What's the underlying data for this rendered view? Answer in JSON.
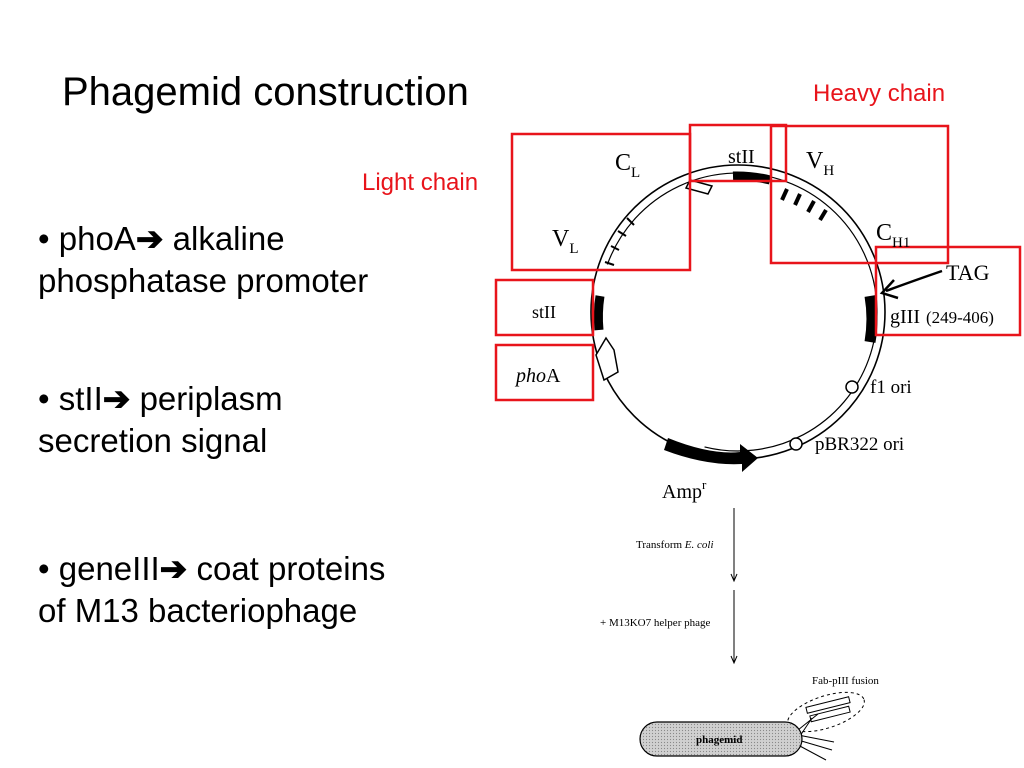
{
  "slide": {
    "title": "Phagemid construction",
    "bullets": [
      {
        "term": "phoA",
        "arrow": "➔",
        "line1": " alkaline",
        "line2": "phosphatase promoter"
      },
      {
        "term": "stII",
        "arrow": "➔",
        "line1": " periplasm",
        "line2": "secretion signal"
      },
      {
        "term": "geneIII",
        "arrow": "➔",
        "line1": " coat proteins",
        "line2": "of M13 bacteriophage"
      }
    ],
    "annotations": {
      "heavy_chain": "Heavy chain",
      "light_chain": "Light chain"
    }
  },
  "diagram": {
    "labels": {
      "cl": "C",
      "cl_sub": "L",
      "vl": "V",
      "vl_sub": "L",
      "stii_top": "stII",
      "vh": "V",
      "vh_sub": "H",
      "ch1": "C",
      "ch1_sub": "H1",
      "tag": "TAG",
      "giii": "gIII",
      "giii_range": "(249-406)",
      "stii_left": "stII",
      "phoa_italic": "pho",
      "phoa_rest": "A",
      "f1": "f1 ori",
      "pbr": "pBR322 ori",
      "amp": "Amp",
      "amp_sup": "r"
    },
    "flow": {
      "step1_text": "Transform ",
      "step1_italic": "E. coli",
      "step2": "+ M13KO7 helper phage",
      "fusion": "Fab-pIII fusion",
      "phage_label": "phagemid"
    }
  },
  "colors": {
    "annotation_red": "#e8141b",
    "text": "#000000",
    "background": "#ffffff"
  }
}
